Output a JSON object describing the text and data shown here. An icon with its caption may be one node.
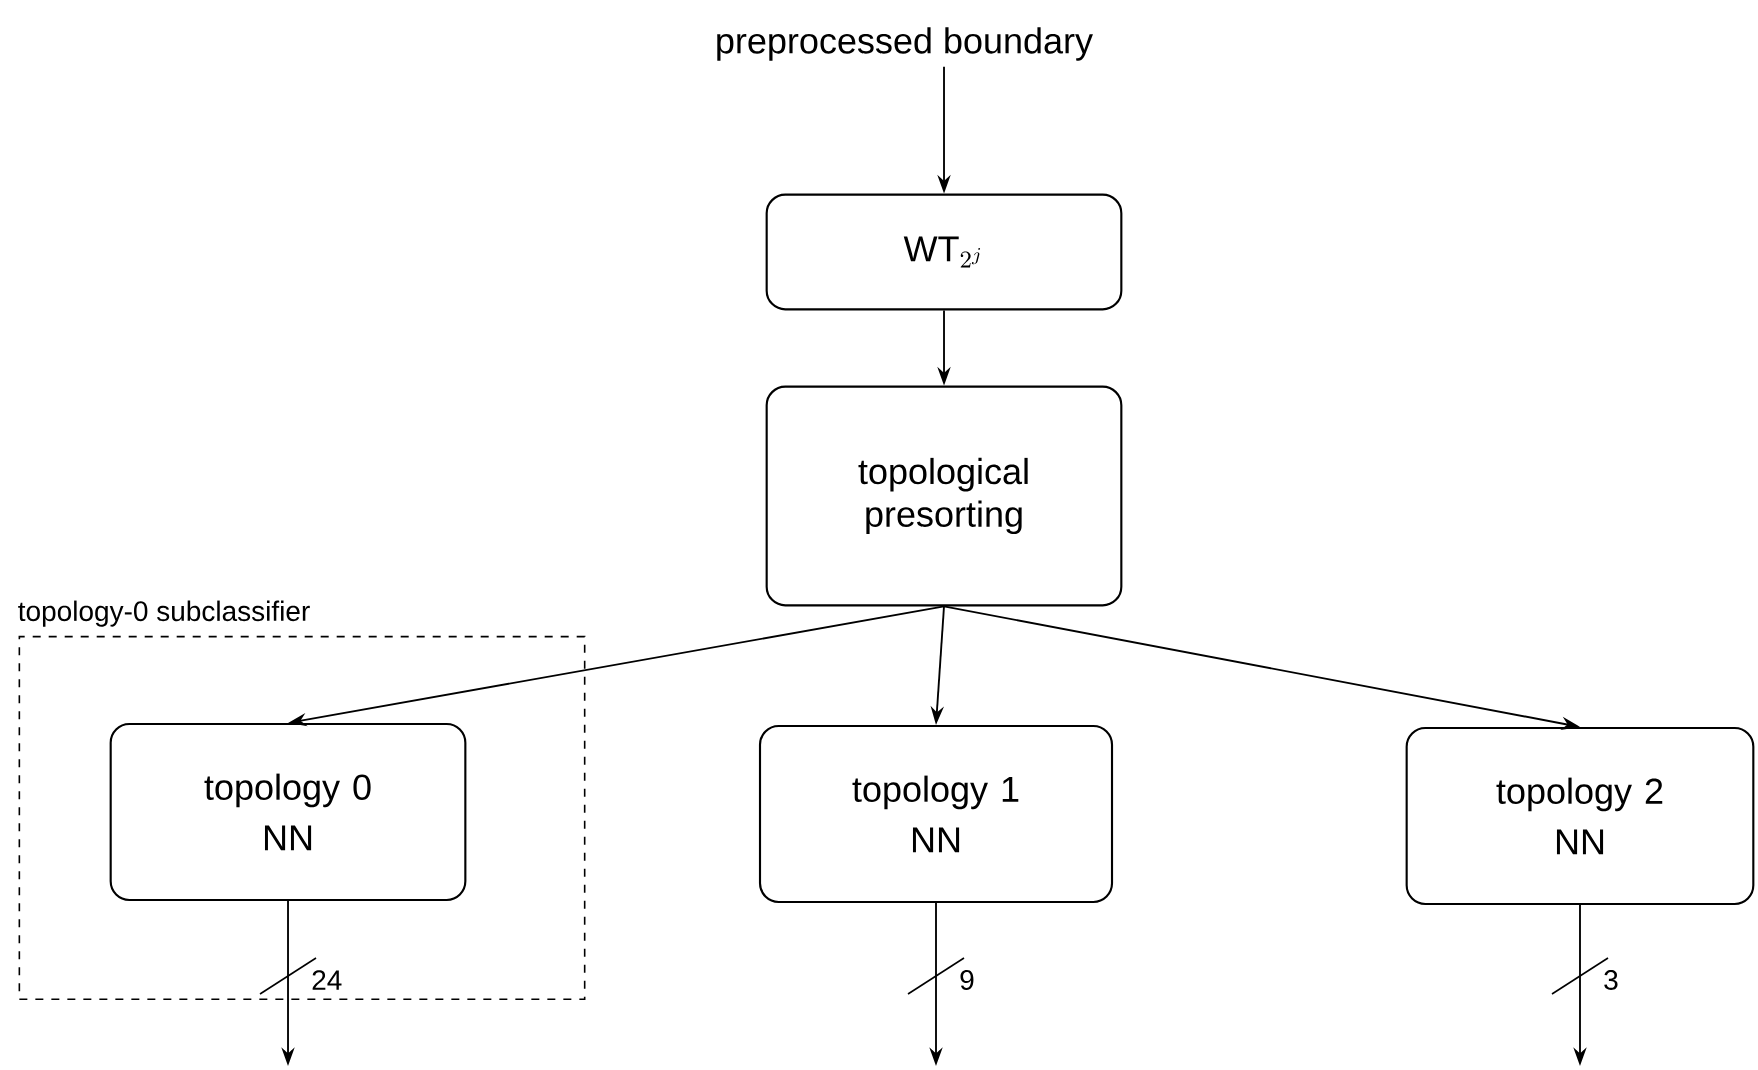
{
  "diagram": {
    "nodes": [
      {
        "text": [
          "preprocessed boundary"
        ]
      },
      {
        "text": [
          "\\mathrm{WT}_{2^j}"
        ]
      },
      {
        "text": [
          "topological presorting"
        ]
      },
      {
        "text": [
          "topology-0 subclassifier"
        ]
      },
      {
        "text": [
          "topology 0",
          "NN"
        ],
        "in": 3
      },
      {
        "text": [
          "topology 1",
          "NN"
        ]
      },
      {
        "text": [
          "topology 2",
          "NN"
        ]
      }
    ],
    "edges": [
      {
        "from": 0,
        "to": 1,
        "arrow": "to"
      },
      {
        "from": 1,
        "to": 2,
        "arrow": "to"
      },
      {
        "from": 2,
        "to": 4,
        "arrow": "to"
      },
      {
        "from": 2,
        "to": 5,
        "arrow": "to"
      },
      {
        "from": 2,
        "to": 6,
        "arrow": "to"
      },
      {
        "from": 4,
        "to": null,
        "arrow": "to",
        "label": "24"
      },
      {
        "from": 5,
        "to": null,
        "arrow": "to",
        "label": "9"
      },
      {
        "from": 6,
        "to": null,
        "arrow": "to",
        "label": "3"
      }
    ]
  }
}
